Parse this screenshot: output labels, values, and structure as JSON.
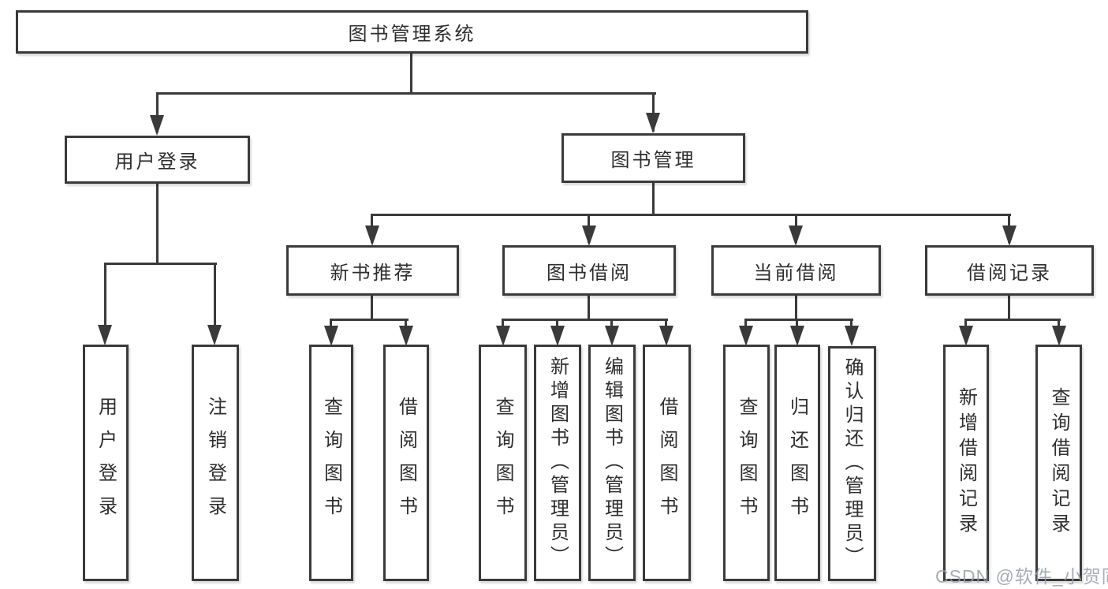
{
  "diagram": {
    "root_label": "图书管理系统",
    "level1": [
      "用户登录",
      "图书管理"
    ],
    "level2": [
      "新书推荐",
      "图书借阅",
      "当前借阅",
      "借阅记录"
    ],
    "leaves": {
      "login": [
        "用户登录",
        "注销登录"
      ],
      "recommend": [
        "查询图书",
        "借阅图书"
      ],
      "borrow": [
        "查询图书",
        "新增图书（管理员）",
        "编辑图书（管理员）",
        "借阅图书"
      ],
      "current": [
        "查询图书",
        "归还图书",
        "确认归还（管理员）"
      ],
      "records": [
        "新增借阅记录",
        "查询借阅记录"
      ]
    }
  },
  "colors": {
    "line": "#3a3a3a",
    "watermark": "#989ea8"
  },
  "watermark": "CSDN @软件_小贺同学"
}
